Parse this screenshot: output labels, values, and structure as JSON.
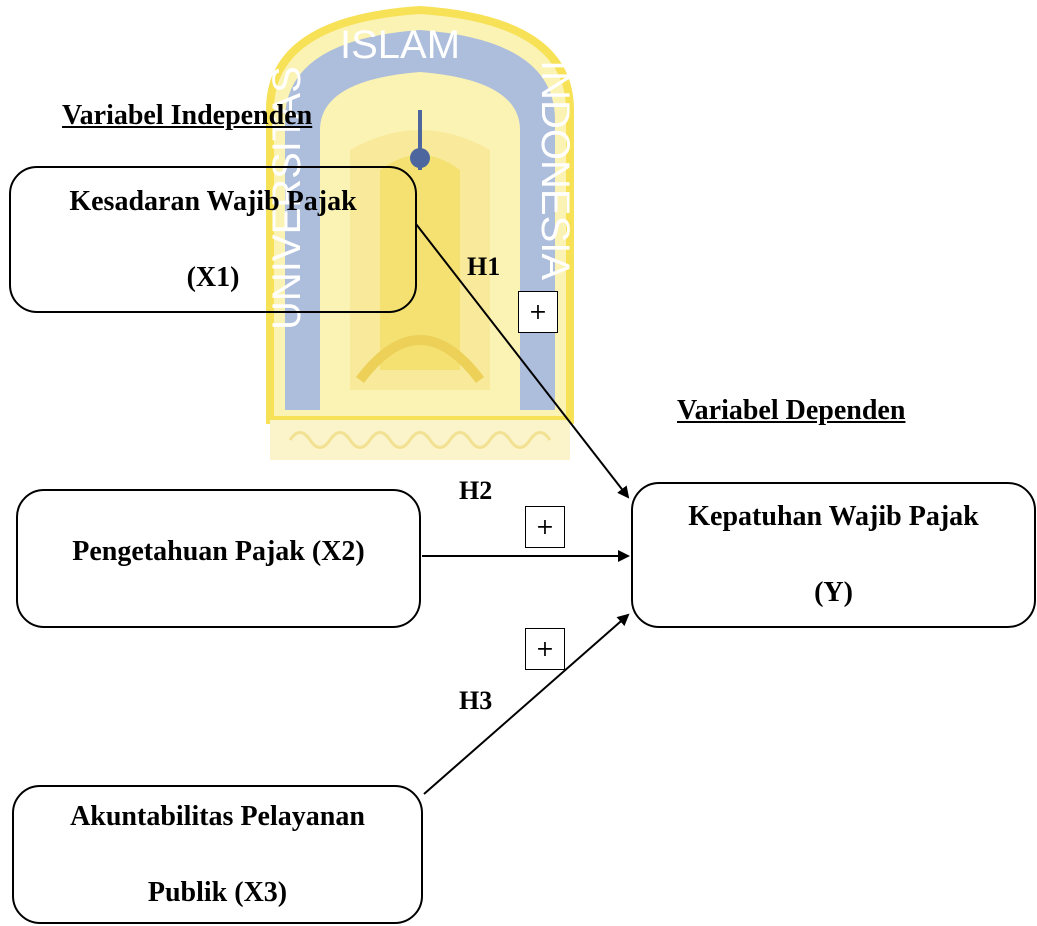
{
  "watermark": {
    "text_top": "ISLAM",
    "text_left": "UNIVERSITAS",
    "text_right": "INDONESIA",
    "colors": {
      "gold": "#F2D20C",
      "navy": "#2E4C8C"
    }
  },
  "labels": {
    "independent": "Variabel Independen",
    "dependent": "Variabel Dependen"
  },
  "boxes": {
    "x1": {
      "line1": "Kesadaran Wajib Pajak",
      "line2": "(X1)"
    },
    "x2": {
      "line1": "Pengetahuan Pajak (X2)"
    },
    "x3": {
      "line1": "Akuntabilitas Pelayanan",
      "line2": "Publik (X3)"
    },
    "y": {
      "line1": "Kepatuhan Wajib Pajak",
      "line2": "(Y)"
    }
  },
  "hypotheses": {
    "h1": {
      "label": "H1",
      "sign": "+"
    },
    "h2": {
      "label": "H2",
      "sign": "+"
    },
    "h3": {
      "label": "H3",
      "sign": "+"
    }
  }
}
